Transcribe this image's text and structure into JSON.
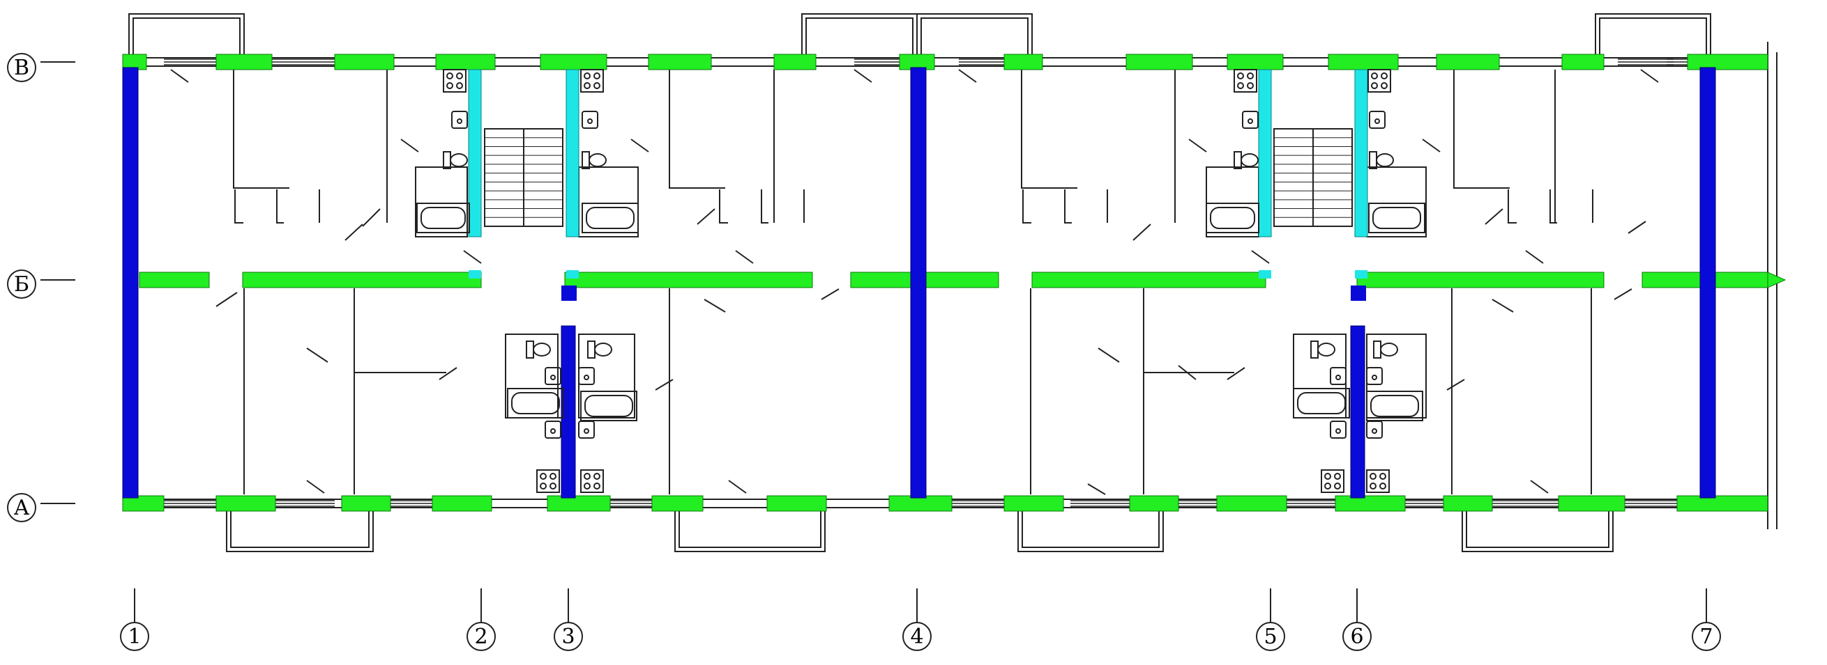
{
  "colors": {
    "background": "#ffffff",
    "line": "#222222",
    "wall_green": "#22ee22",
    "column_blue": "#0a0ad8",
    "column_cyan": "#1ee6e6"
  },
  "axes": {
    "horizontal": [
      {
        "id": "row-v",
        "label": "В"
      },
      {
        "id": "row-b",
        "label": "Б"
      },
      {
        "id": "row-a",
        "label": "А"
      }
    ],
    "vertical": [
      {
        "id": "col-1",
        "label": "1"
      },
      {
        "id": "col-2",
        "label": "2"
      },
      {
        "id": "col-3",
        "label": "3"
      },
      {
        "id": "col-4",
        "label": "4"
      },
      {
        "id": "col-5",
        "label": "5"
      },
      {
        "id": "col-6",
        "label": "6"
      },
      {
        "id": "col-7",
        "label": "7"
      }
    ]
  },
  "fixtures": {
    "stove_icon": "stove-icon",
    "sink_icon": "sink-icon",
    "toilet_icon": "toilet-icon",
    "bathtub_icon": "bathtub-icon",
    "stair_icon": "stair-icon"
  }
}
